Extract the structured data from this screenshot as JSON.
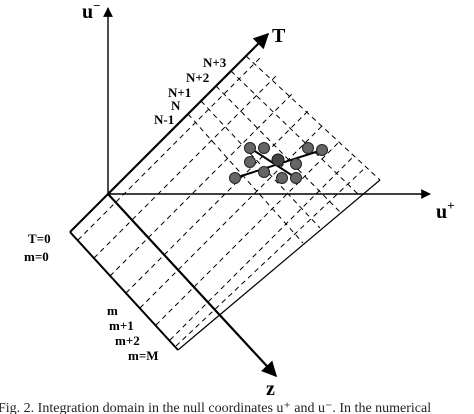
{
  "axes": {
    "u_minus": "u",
    "u_minus_sup": "−",
    "u_plus": "u",
    "u_plus_sup": "+",
    "T": "T",
    "z": "z"
  },
  "time_labels": [
    "N+3",
    "N+2",
    "N+1",
    "N",
    "N-1"
  ],
  "boundary_labels": {
    "t_zero": "T=0",
    "m_zero": "m=0",
    "m_end": "m=M"
  },
  "space_labels": [
    "m",
    "m+1",
    "m+2"
  ],
  "caption": "Fig. 2.  Integration domain in the null coordinates u⁺ and u⁻. In the numerical"
}
